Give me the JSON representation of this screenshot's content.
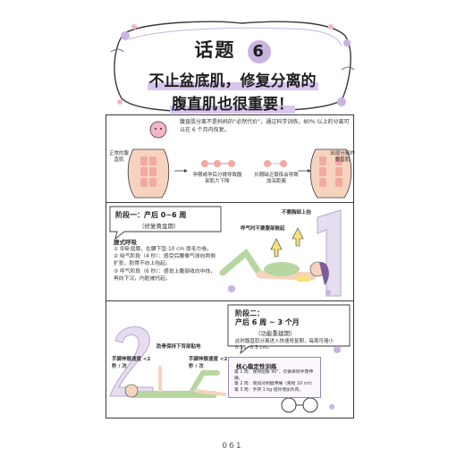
{
  "header": {
    "topic_label": "话题",
    "topic_number": "6",
    "line2": "不止盆底肌，修复分离的",
    "line3": "腹直肌也很重要！"
  },
  "panel1": {
    "text": "腹直肌分离不是妈妈的“必然代价”，通过科学训练，80% 以上的分离可以在 6 个月内恢复。",
    "label_left": "正常的腹直肌",
    "label_mid1": "孕期或孕后分娩导致腹部肌力下降",
    "label_mid2": "长期缺乏锻炼会导致加深距离",
    "label_right": "出现分离的腹直肌"
  },
  "panel2": {
    "stage_title": "阶段一：产后 0~6 周",
    "stage_sub": "（修复黄金期）",
    "exercise": "腹式呼吸",
    "step1": "① 仰卧屈膝，在腰下垫 10 cm 厚毛巾卷。",
    "step2": "② 吸气阶段（4 秒）：感受后腰像气球向两侧扩张，肋骨不向上抬起。",
    "step3": "③ 呼气阶段（6 秒）：感觉上腹部收向中线，再向下沉，内脏被托起。",
    "callout_top": "不要胸部上抬",
    "callout_side": "呼气时不要腹部鼓起",
    "big_number": "1"
  },
  "panel3": {
    "stage_title": "阶段二：",
    "stage_line2": "产后 6 周 ~ 3 个月",
    "stage_sub": "（功能重建期）",
    "desc": "此时腹直肌分离进入快速修复期，每周可缩小 0.15~0.3 cm。",
    "big_number": "2",
    "callout_back": "肋骨保持下背部贴地",
    "callout_left": "手脚伸展速度 <2 秒 / 次",
    "callout_right": "手脚伸展速度 <2 秒 / 次",
    "train_title": "核心稳定性训练",
    "train1": "第 1 周：保持屈膝 90°，仅做单侧手臂伸展。",
    "train2": "第 2 周：增加对侧腿伸展（离地 10 cm）",
    "train3": "第 3 周：手持 1 kg 哑铃增加负荷。"
  },
  "page_number": "061",
  "colors": {
    "lavender": "#c9b3e0",
    "lavender_light": "#ece2f6",
    "skin": "#f6d3bf",
    "pink": "#f2b7c6",
    "yellow": "#f7e27a",
    "green": "#b7d7a0",
    "purple_dark": "#7a5d99"
  }
}
